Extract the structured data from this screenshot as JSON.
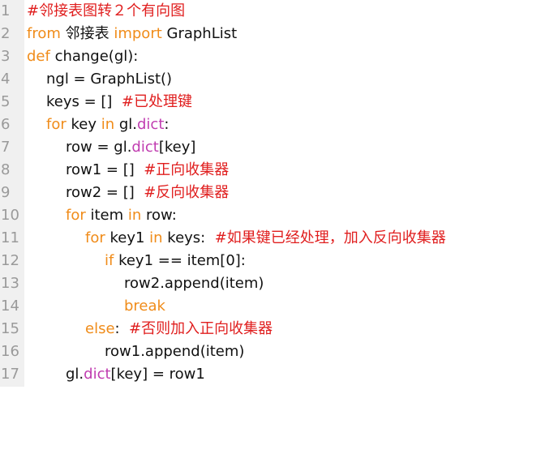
{
  "colors": {
    "keyword": "#f08c1a",
    "builtin": "#c03cb0",
    "comment": "#e01e1e",
    "text": "#111111",
    "line_number": "#9a9a9a",
    "gutter_bg": "#f0f0f0"
  },
  "lines": [
    {
      "num": "1",
      "comment": "#邻接表图转２个有向图"
    },
    {
      "num": "2",
      "kw_from": "from",
      "module": " 邻接表 ",
      "kw_import": "import",
      "name": " GraphList"
    },
    {
      "num": "3",
      "kw_def": "def",
      "signature": " change(gl):"
    },
    {
      "num": "4",
      "text": "ngl = GraphList()"
    },
    {
      "num": "5",
      "text": "keys = []  ",
      "comment": "#已处理键"
    },
    {
      "num": "6",
      "kw_for": "for",
      "t1": " key ",
      "kw_in": "in",
      "t2": " gl.",
      "bi": "dict",
      "t3": ":"
    },
    {
      "num": "7",
      "t1": "row = gl.",
      "bi": "dict",
      "t2": "[key]"
    },
    {
      "num": "8",
      "text": "row1 = []  ",
      "comment": "#正向收集器"
    },
    {
      "num": "9",
      "text": "row2 = []  ",
      "comment": "#反向收集器"
    },
    {
      "num": "10",
      "kw_for": "for",
      "t1": " item ",
      "kw_in": "in",
      "t2": " row:"
    },
    {
      "num": "11",
      "kw_for": "for",
      "t1": " key1 ",
      "kw_in": "in",
      "t2": " keys:  ",
      "comment": "#如果键已经处理，加入反向收集器"
    },
    {
      "num": "12",
      "kw_if": "if",
      "t1": " key1 == item[0]:"
    },
    {
      "num": "13",
      "text": "row2.append(item)"
    },
    {
      "num": "14",
      "kw_break": "break"
    },
    {
      "num": "15",
      "kw_else": "else",
      "t1": ":  ",
      "comment": "#否则加入正向收集器"
    },
    {
      "num": "16",
      "text": "row1.append(item)"
    },
    {
      "num": "17",
      "t1": "gl.",
      "bi": "dict",
      "t2": "[key] = row1"
    }
  ]
}
